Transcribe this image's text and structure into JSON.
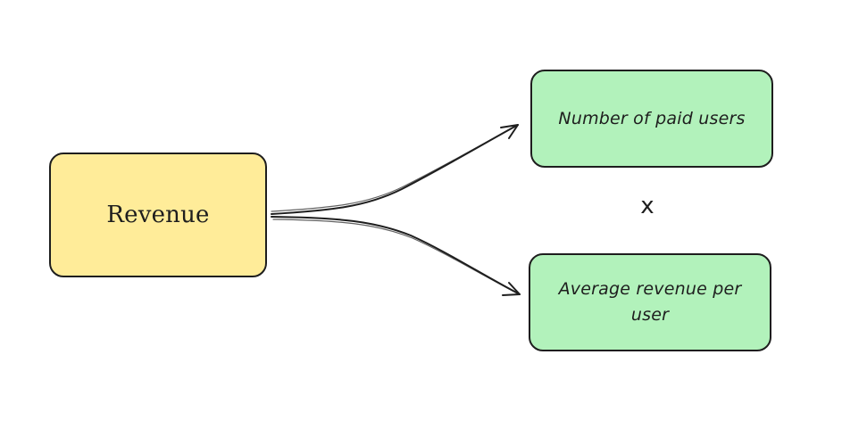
{
  "diagram": {
    "nodes": {
      "revenue": {
        "label": "Revenue",
        "fill": "#ffec99"
      },
      "paid_users": {
        "label": "Number of paid users",
        "fill": "#b2f2bb"
      },
      "arpu": {
        "label": "Average revenue per user",
        "fill": "#b2f2bb"
      }
    },
    "operator": {
      "label": "x"
    },
    "edges": [
      {
        "from": "revenue",
        "to": "paid_users"
      },
      {
        "from": "revenue",
        "to": "arpu"
      }
    ],
    "stroke_color": "#1e1e1e"
  }
}
